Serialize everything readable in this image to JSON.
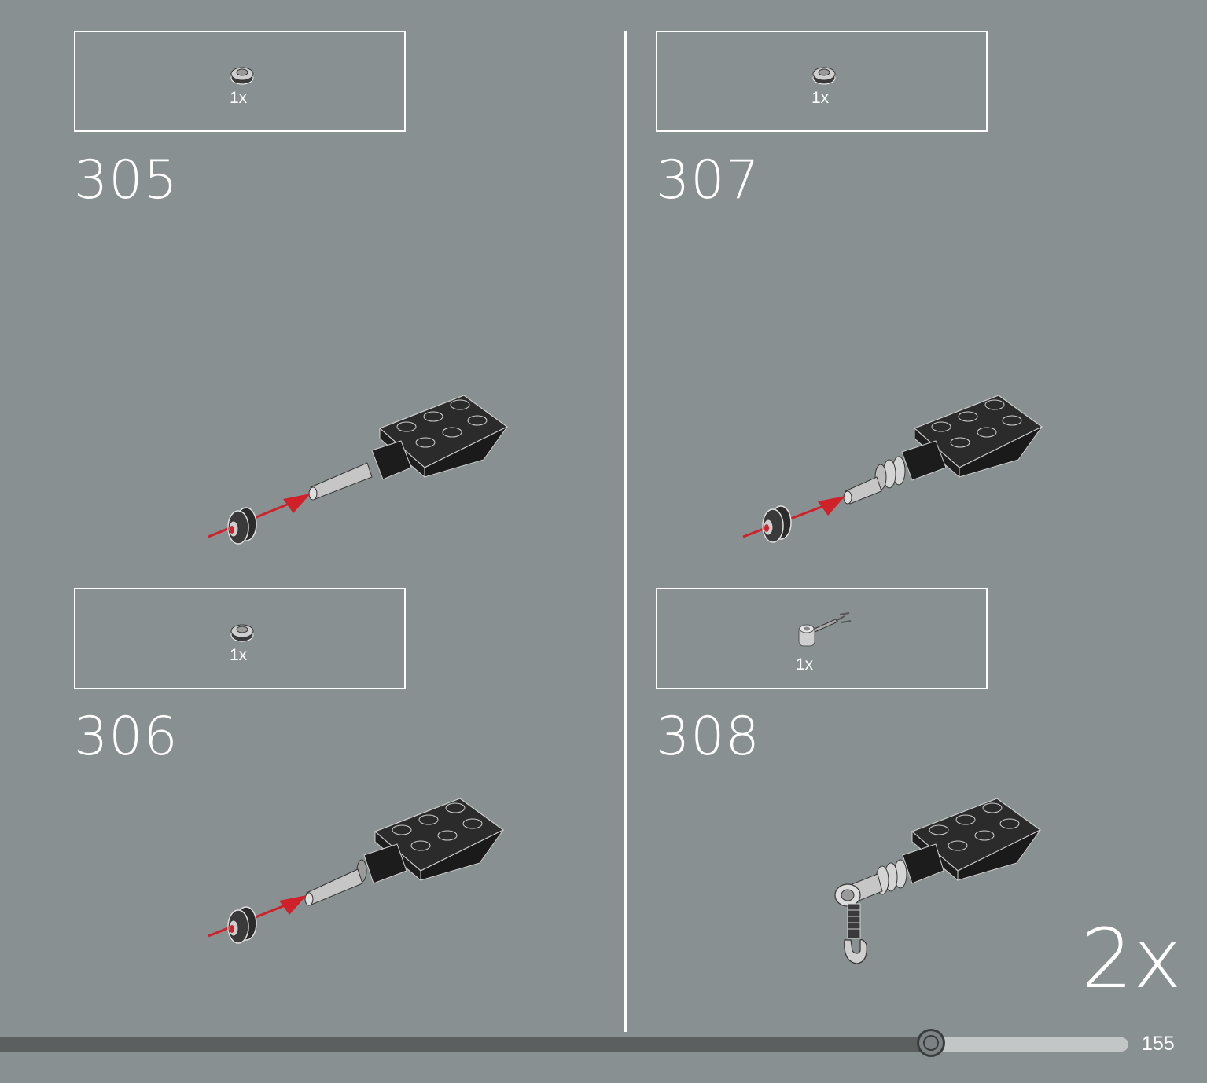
{
  "steps": [
    {
      "number": "305",
      "parts": [
        {
          "qty": "1x",
          "icon": "round-plate-icon"
        }
      ]
    },
    {
      "number": "306",
      "parts": [
        {
          "qty": "1x",
          "icon": "round-plate-icon"
        }
      ]
    },
    {
      "number": "307",
      "parts": [
        {
          "qty": "1x",
          "icon": "round-plate-icon"
        }
      ]
    },
    {
      "number": "308",
      "parts": [
        {
          "qty": "1x",
          "icon": "hose-clip-icon"
        }
      ]
    }
  ],
  "multiplier": "2x",
  "page": {
    "number": "155",
    "progress": 0.825
  },
  "colors": {
    "background": "#899091",
    "arrow": "#d0202a",
    "brick": "#2b2b2b",
    "rod": "#c6c6c6"
  }
}
